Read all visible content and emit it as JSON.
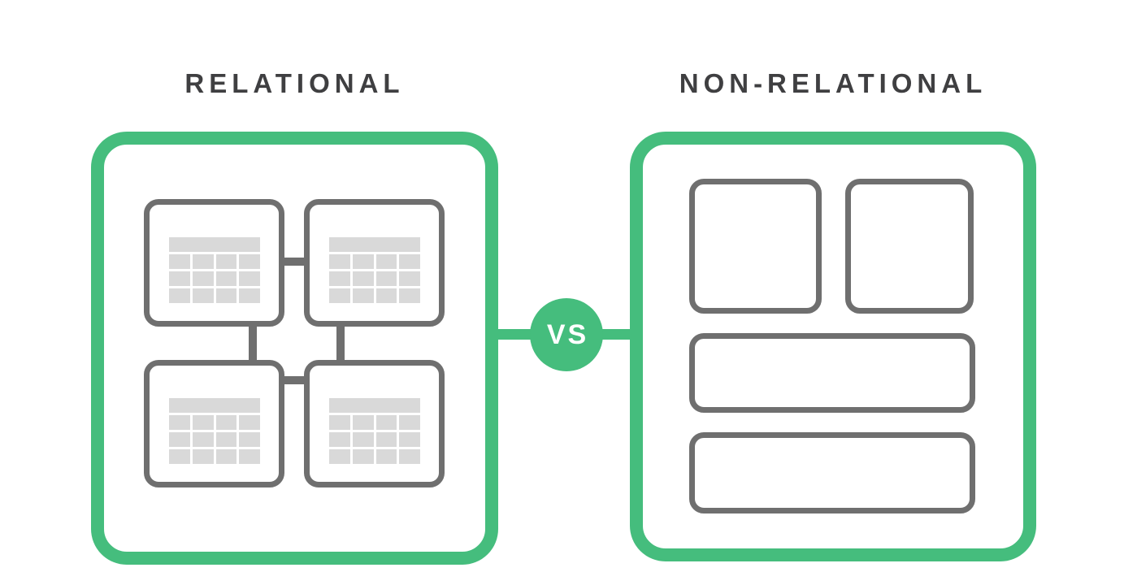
{
  "diagram": {
    "left_panel": {
      "title": "RELATIONAL",
      "card_count": 4,
      "card_type": "table",
      "table_icon": {
        "rows": 3,
        "columns": 4,
        "has_header": true
      },
      "linked": true
    },
    "right_panel": {
      "title": "NON-RELATIONAL",
      "blocks": [
        "square",
        "square",
        "wide-bar",
        "wide-bar"
      ],
      "linked": false
    },
    "vs_badge": {
      "label": "VS"
    }
  },
  "colors": {
    "green": "#45bd7d",
    "gray_stroke": "#6f6f6f",
    "cell_gray": "#d9d9d9",
    "title_text": "#3f3f41",
    "background": "#ffffff",
    "vs_text": "#ffffff"
  }
}
